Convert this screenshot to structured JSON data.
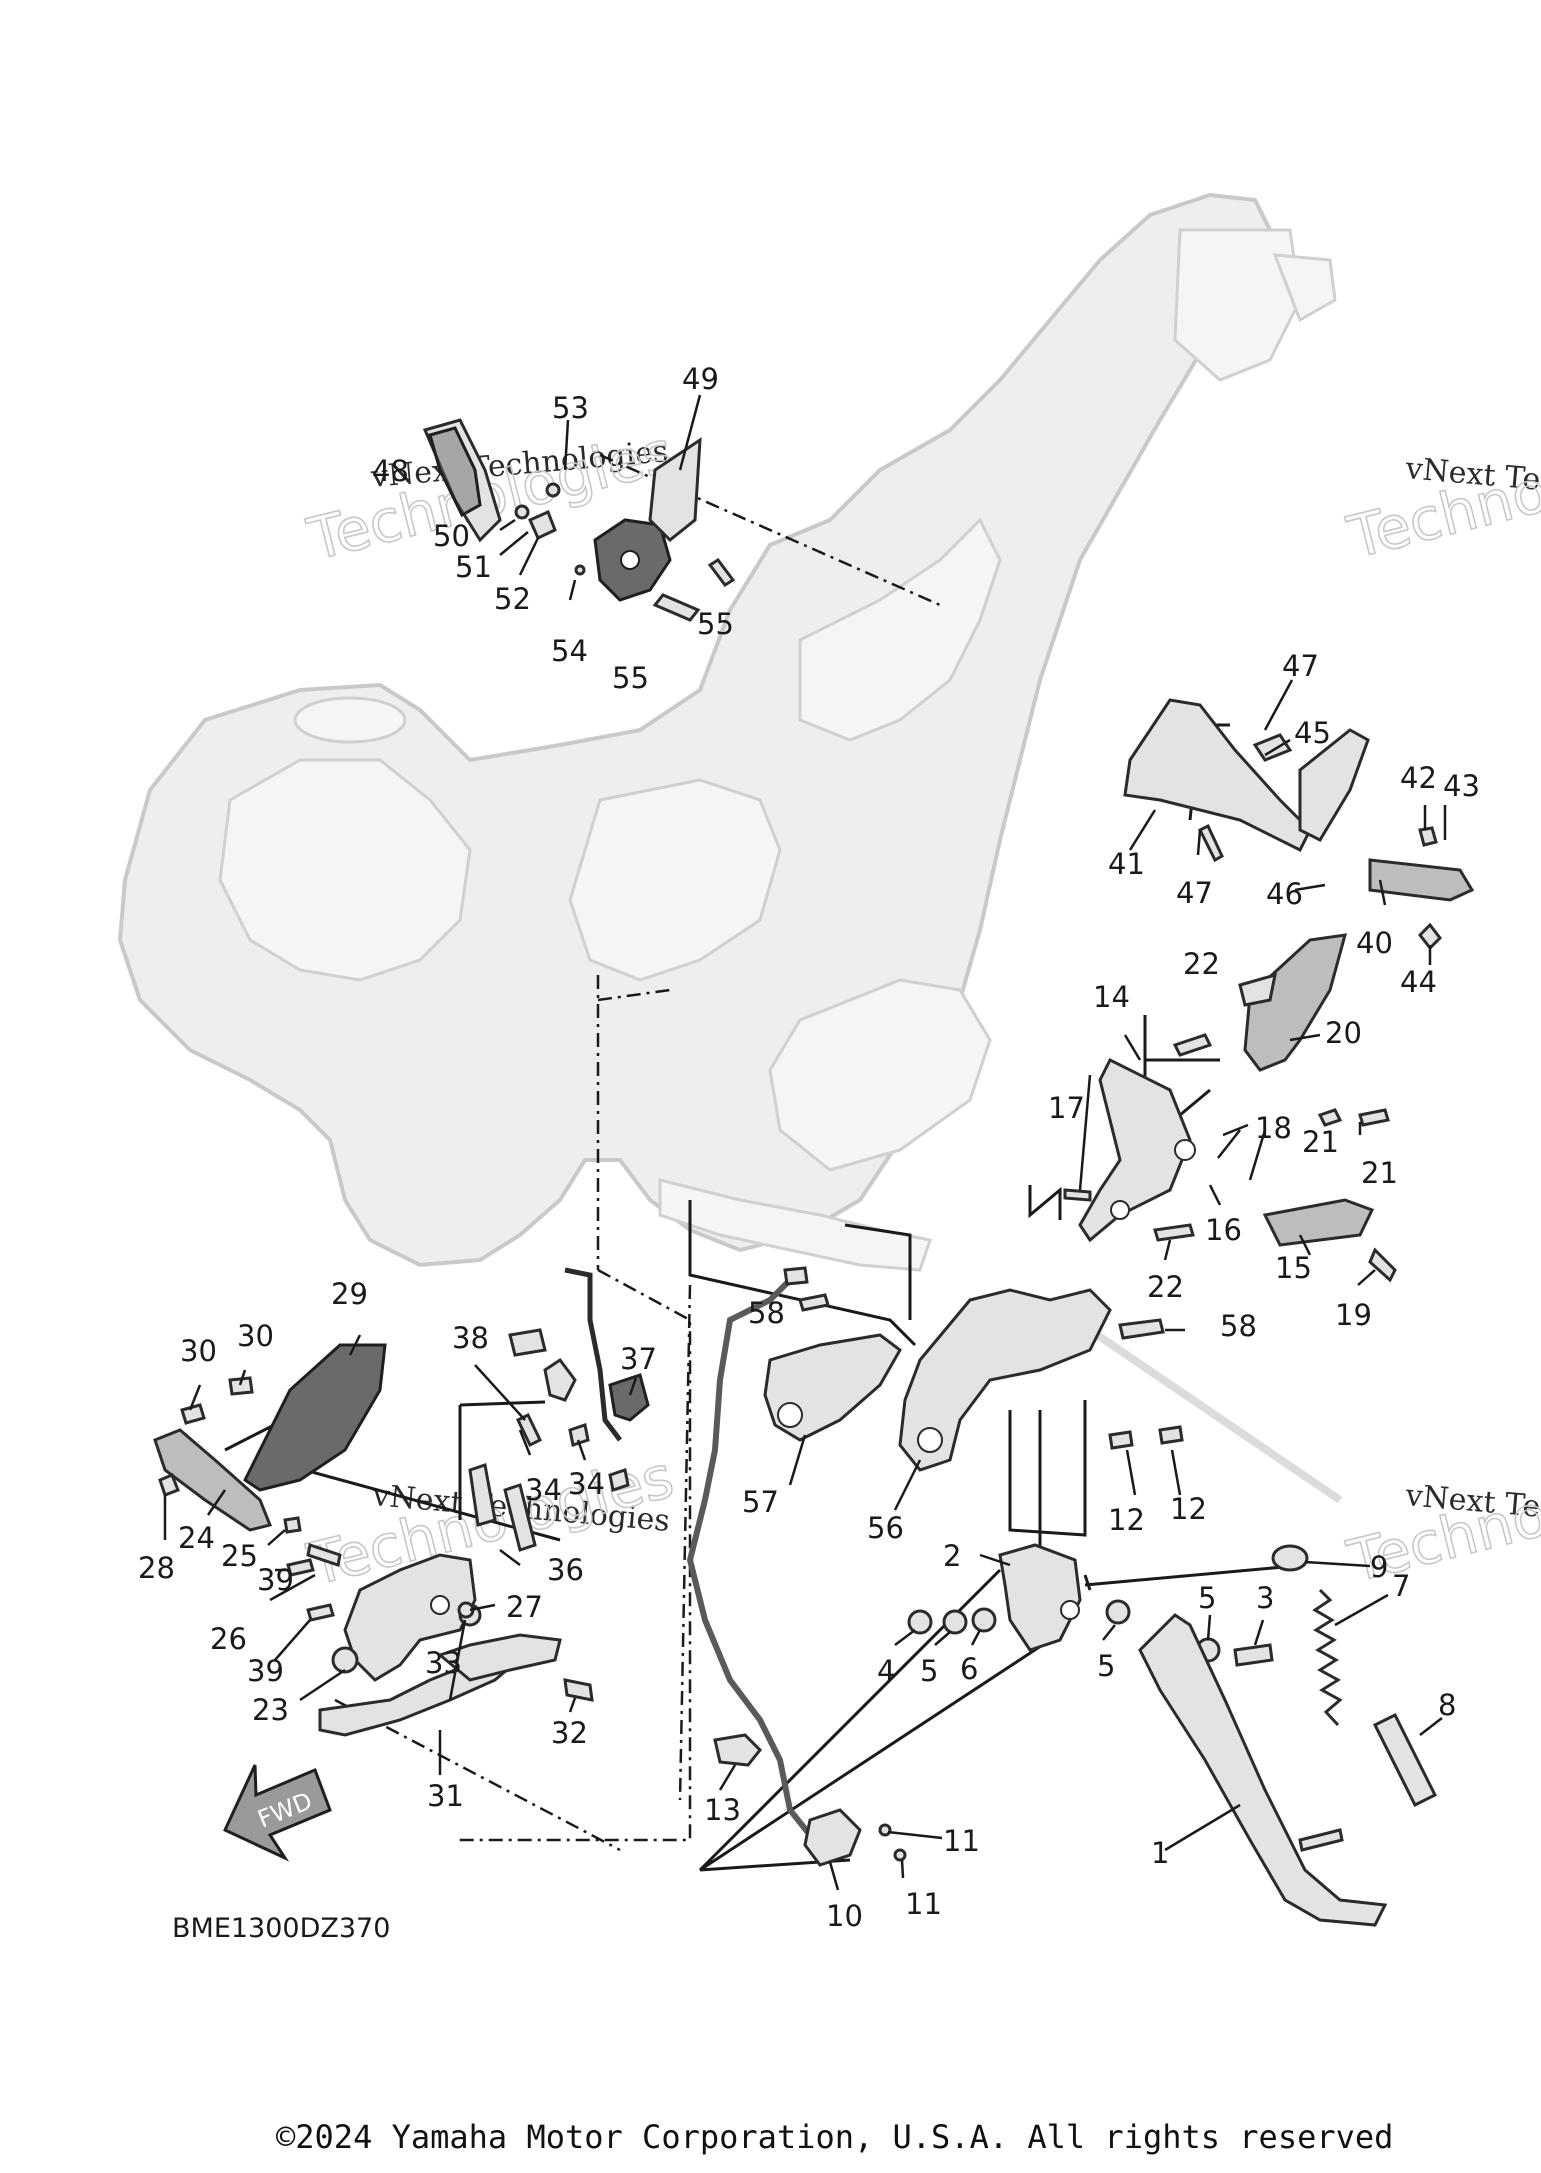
{
  "diagram": {
    "code": "BME1300DZ370",
    "direction_label": "FWD",
    "copyright": "©2024 Yamaha Motor Corporation, U.S.A. All rights reserved",
    "watermarks": [
      {
        "line1": "vNext Technologies",
        "line2": "Technologies"
      },
      {
        "line1": "vNext Tec",
        "line2": "Techno"
      },
      {
        "line1": "vNext Technologies",
        "line2": "Technologies"
      },
      {
        "line1": "vNext Tec",
        "line2": "Techno"
      }
    ],
    "callouts": [
      "48",
      "49",
      "53",
      "50",
      "51",
      "52",
      "54",
      "55",
      "55",
      "47",
      "45",
      "42",
      "43",
      "41",
      "47",
      "46",
      "40",
      "44",
      "22",
      "14",
      "20",
      "17",
      "18",
      "21",
      "21",
      "16",
      "22",
      "15",
      "19",
      "58",
      "58",
      "29",
      "30",
      "30",
      "38",
      "37",
      "34",
      "34",
      "36",
      "27",
      "24",
      "25",
      "28",
      "39",
      "26",
      "39",
      "33",
      "23",
      "32",
      "31",
      "57",
      "56",
      "12",
      "12",
      "2",
      "9",
      "4",
      "5",
      "6",
      "5",
      "5",
      "3",
      "7",
      "8",
      "13",
      "11",
      "11",
      "10",
      "1"
    ]
  }
}
